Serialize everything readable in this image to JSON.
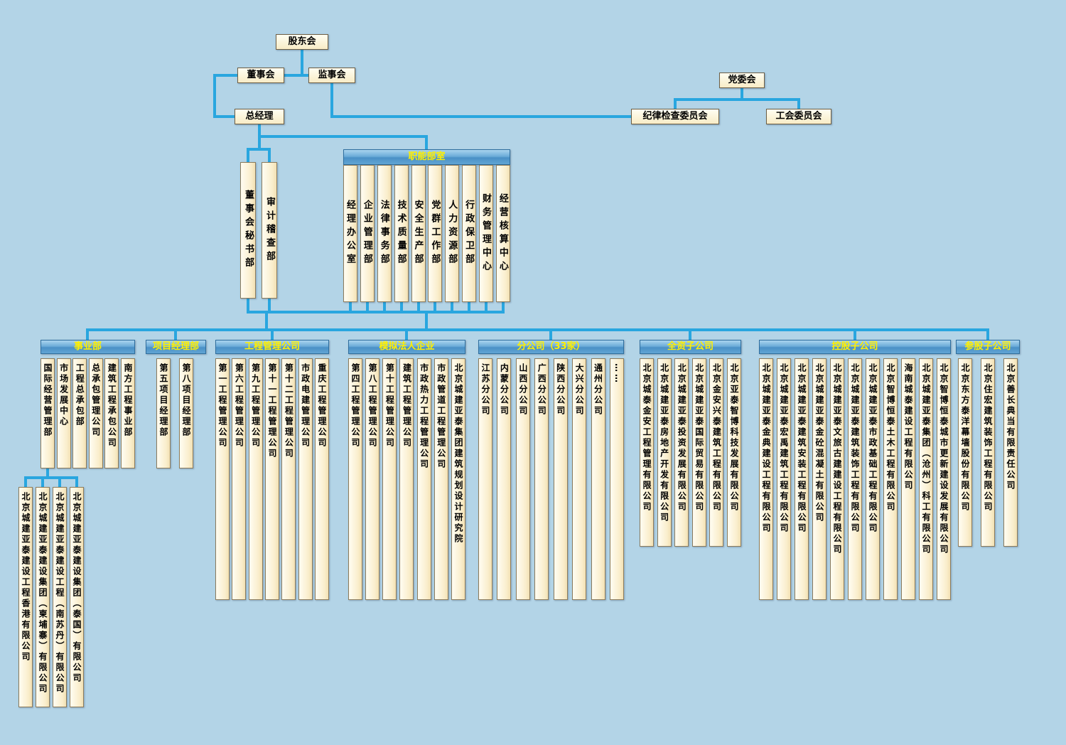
{
  "top_nodes": {
    "shareholders": "股东会",
    "board": "董事会",
    "supervisory": "监事会",
    "general_manager": "总经理",
    "party_committee": "党委会",
    "discipline_committee": "纪律检查委员会",
    "union_committee": "工会委员会"
  },
  "staff_depts": [
    "董事会秘书部",
    "审计稽查部"
  ],
  "functional_depts": {
    "header": "职能部室",
    "items": [
      "经理办公室",
      "企业管理部",
      "法律事务部",
      "技术质量部",
      "安全生产部",
      "党群工作部",
      "人力资源部",
      "行政保卫部",
      "财务管理中心",
      "经营核算中心"
    ]
  },
  "groups": {
    "business_division": {
      "header": "事业部",
      "items": [
        "国际经营管理部",
        "市场发展中心",
        "工程总承包部",
        "总承包管理公司",
        "建筑工程承包公司",
        "南方工程事业部"
      ]
    },
    "project_manager": {
      "header": "项目经理部",
      "items": [
        "第五项目经理部",
        "第八项目经理部"
      ]
    },
    "engineering_mgmt": {
      "header": "工程管理公司",
      "items": [
        "第一工程管理公司",
        "第六工程管理公司",
        "第九工程管理公司",
        "第十一工程管理公司",
        "第十二工程管理公司",
        "市政电建管理公司",
        "重庆工程管理公司"
      ]
    },
    "simulated_legal": {
      "header": "模拟法人企业",
      "items": [
        "第四工程管理公司",
        "第八工程管理公司",
        "第十工程管理公司",
        "建筑工程管理公司",
        "市政热力工程管理公司",
        "市政管道工程管理公司",
        "北京城建亚泰集团建筑规划设计研究院"
      ]
    },
    "branches": {
      "header": "分公司（33家）",
      "items": [
        "江苏分公司",
        "内蒙分公司",
        "山西分公司",
        "广西分公司",
        "陕西分公司",
        "大兴分公司",
        "通州分公司",
        "……"
      ]
    },
    "wholly_owned": {
      "header": "全资子公司",
      "items": [
        "北京城泰金安工程管理有限公司",
        "北京城建亚泰房地产开发有限公司",
        "北京城建亚泰投资发展有限公司",
        "北京城建亚泰国际贸易有限公司",
        "北京金安兴泰建筑工程有限公司",
        "北京亚泰智博科技发展有限公司"
      ]
    },
    "holding": {
      "header": "控股子公司",
      "items": [
        "北京城建亚泰金典建设工程有限公司",
        "北京城建亚泰宏禹建筑工程有限公司",
        "北京城建亚泰建筑安装工程有限公司",
        "北京城建亚泰金砼混凝土有限公司",
        "北京城建亚泰文旅古建建设工程有限公司",
        "北京城建亚泰建筑装饰工程有限公司",
        "北京城建亚泰市政基础工程有限公司",
        "北京智博恒泰土木工程有限公司",
        "海南城泰建设工程有限公司",
        "北京城建亚泰集团（沧州）科工有限公司",
        "北京智博恒泰城市更新建设发展有限公司"
      ]
    },
    "equity": {
      "header": "参股子公司",
      "items": [
        "北京东方泰洋幕墙股份有限公司",
        "北京住宏建筑装饰工程有限公司",
        "北京善长典当有限责任公司"
      ]
    }
  },
  "international_subsidiaries": [
    "北京城建亚泰建设工程香港有限公司",
    "北京城建亚泰建设集团（柬埔寨）有限公司",
    "北京城建亚泰建设工程（南苏丹）有限公司",
    "北京城建亚泰建设集团（泰国）有限公司"
  ],
  "colors": {
    "background": "#b3d4e7",
    "connector": "#29a6df",
    "box_fill": "#faeecd",
    "header_blue": "#4a90c6",
    "header_text": "#ffef00"
  }
}
